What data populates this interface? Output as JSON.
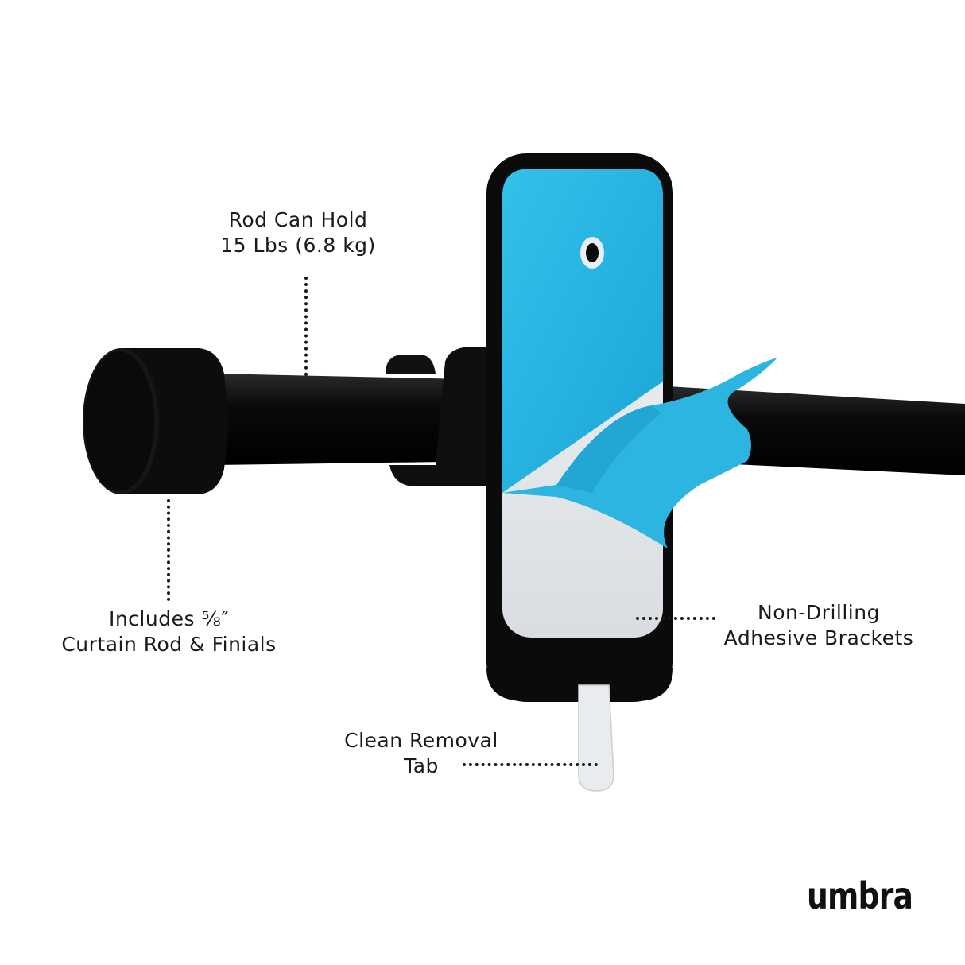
{
  "callouts": {
    "rod_capacity": {
      "line1": "Rod Can Hold",
      "line2": "15 Lbs (6.8 kg)"
    },
    "includes": {
      "line1": "Includes ⅝″",
      "line2": "Curtain Rod & Finials"
    },
    "adhesive": {
      "line1": "Non-Drilling",
      "line2": "Adhesive Brackets"
    },
    "removal_tab": {
      "line1": "Clean Removal",
      "line2": "Tab"
    }
  },
  "brand": {
    "logo_text": "umbra"
  },
  "colors": {
    "rod": "#0b0b0b",
    "adhesive_film": "#2bb5e0",
    "backing": "#eef0f2",
    "text": "#1a1a1a"
  }
}
